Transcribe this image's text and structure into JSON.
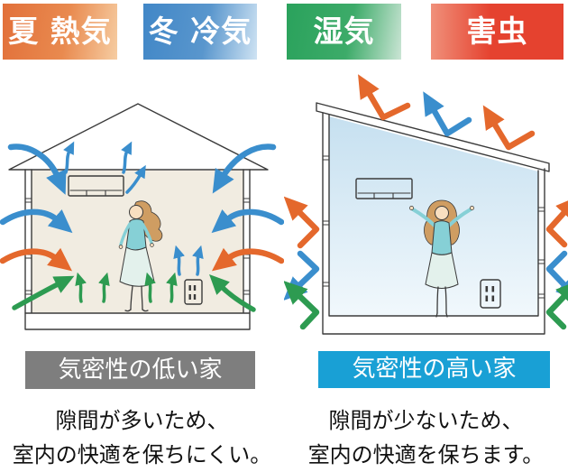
{
  "tags": [
    {
      "name": "summer-heat",
      "label": "夏 熱気",
      "color_start": "#e2703a",
      "color_end": "#f6cda2"
    },
    {
      "name": "winter-cold",
      "label": "冬 冷気",
      "color_start": "#4187c7",
      "color_end": "#cfe3f3"
    },
    {
      "name": "humidity",
      "label": "湿気",
      "color_start": "#2aa25c",
      "color_end": "#cbe5d5"
    },
    {
      "name": "pests",
      "label": "害虫",
      "color_start": "#f0907a",
      "color_end": "#e5422f"
    }
  ],
  "left_house": {
    "label": "気密性の低い家",
    "label_bg": "#7e7e7e",
    "caption_line1": "隙間が多いため、",
    "caption_line2": "室内の快適を保ちにくい。"
  },
  "right_house": {
    "label": "気密性の高い家",
    "label_bg": "#19a0d5",
    "caption_line1": "隙間が少ないため、",
    "caption_line2": "室内の快適を保ちます。"
  },
  "arrow_colors": {
    "blue": "#3a8ecd",
    "orange": "#e4682c",
    "green": "#2d9b51"
  },
  "illustration_colors": {
    "outline": "#3b3b3b",
    "left_interior": "#f1ece1",
    "right_interior_top": "#c6e0f0",
    "right_interior_bottom": "#f1f8fc",
    "hair": "#cf9d62",
    "skin": "#f9dfc0",
    "top_teal": "#86d0d6",
    "skirt": "#e3f1ec"
  }
}
